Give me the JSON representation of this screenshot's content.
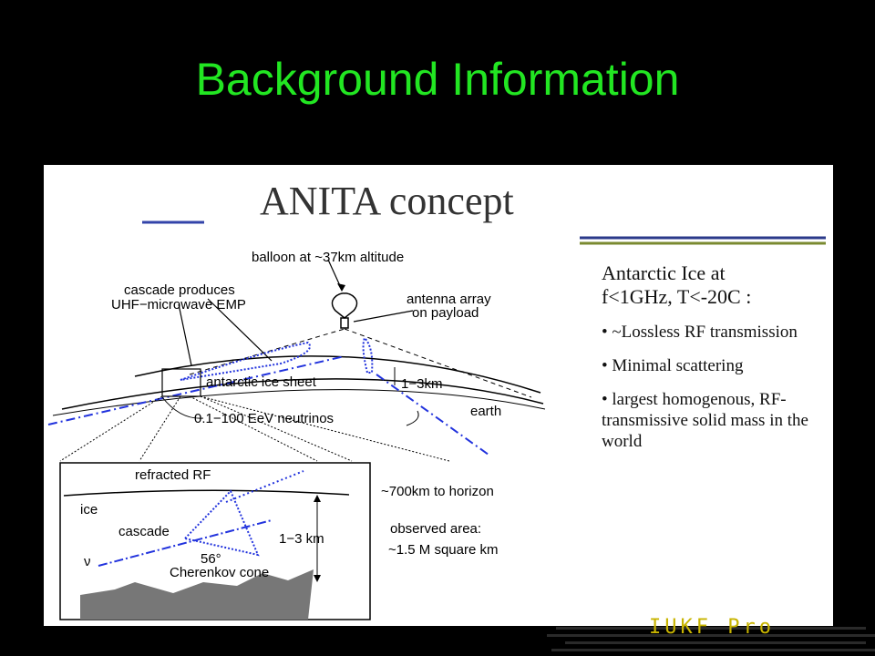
{
  "slide": {
    "title": "Background Information"
  },
  "figure": {
    "title": "ANITA concept",
    "labels": {
      "balloon": "balloon at ~37km altitude",
      "cascade_line1": "cascade produces",
      "cascade_line2": "UHF−microwave EMP",
      "antenna_line1": "antenna array",
      "antenna_line2": "on payload",
      "ice_sheet": "antarctic ice sheet",
      "thickness": "1−3km",
      "earth": "earth",
      "neutrinos": "0.1−100 EeV neutrinos",
      "refracted": "refracted RF",
      "ice": "ice",
      "cascade": "cascade",
      "depth": "1−3 km",
      "angle": "56°",
      "nu": "ν",
      "cherenkov": "Cherenkov cone",
      "horizon": "~700km to horizon",
      "observed_line1": "observed area:",
      "observed_line2": "~1.5 M square km"
    },
    "side": {
      "heading_line1": "Antarctic Ice at",
      "heading_line2": "f<1GHz, T<-20C :",
      "bullets": [
        "• ~Lossless RF transmission",
        "• Minimal scattering",
        "• largest homogenous, RF-transmissive solid mass in the world"
      ]
    }
  },
  "footer": {
    "brand": "IUKF Pro"
  },
  "colors": {
    "title": "#22e622",
    "background": "#000000",
    "diagram_blue": "#2233dd",
    "footer_gold": "#c8b400"
  }
}
